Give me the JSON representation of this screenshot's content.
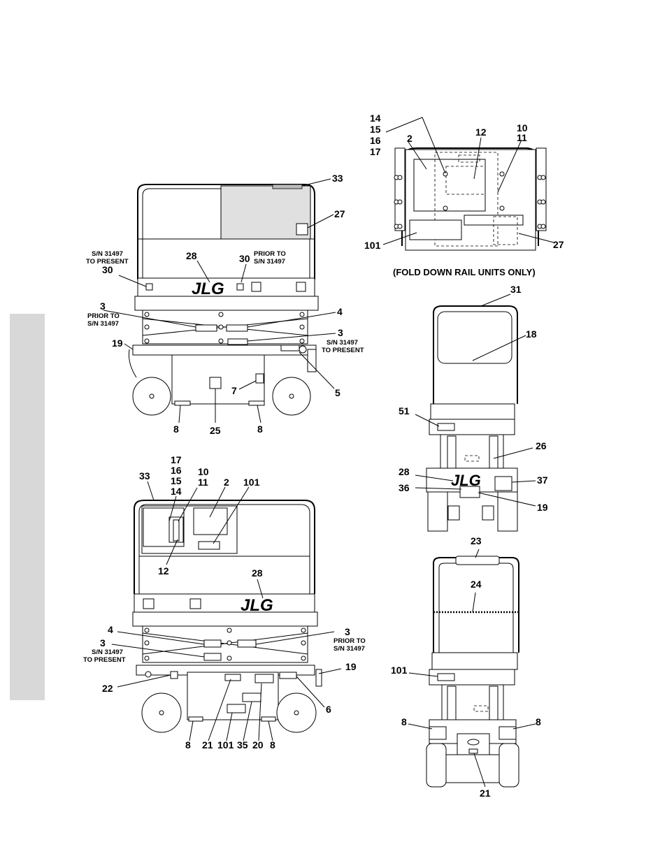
{
  "caption": "(FOLD DOWN RAIL UNITS ONLY)",
  "callouts": {
    "view1": [
      "33",
      "27",
      "28",
      "30",
      "30",
      "3",
      "4",
      "3",
      "19",
      "5",
      "7",
      "8",
      "25",
      "8"
    ],
    "view2": [
      "17",
      "16",
      "15",
      "14",
      "10",
      "11",
      "2",
      "101",
      "33",
      "12",
      "28",
      "4",
      "3",
      "3",
      "19",
      "22",
      "6",
      "8",
      "21",
      "101",
      "35",
      "20",
      "8"
    ],
    "view3": [
      "14",
      "15",
      "16",
      "17",
      "2",
      "12",
      "10",
      "11",
      "101",
      "27"
    ],
    "view4": [
      "31",
      "18",
      "51",
      "26",
      "28",
      "37",
      "36",
      "19"
    ],
    "view5": [
      "23",
      "24",
      "101",
      "8",
      "8",
      "21"
    ]
  },
  "notes": {
    "sn_to_present": [
      "S/N 31497",
      "TO PRESENT"
    ],
    "prior_to": [
      "PRIOR TO",
      "S/N 31497"
    ]
  },
  "logo": "JLG"
}
